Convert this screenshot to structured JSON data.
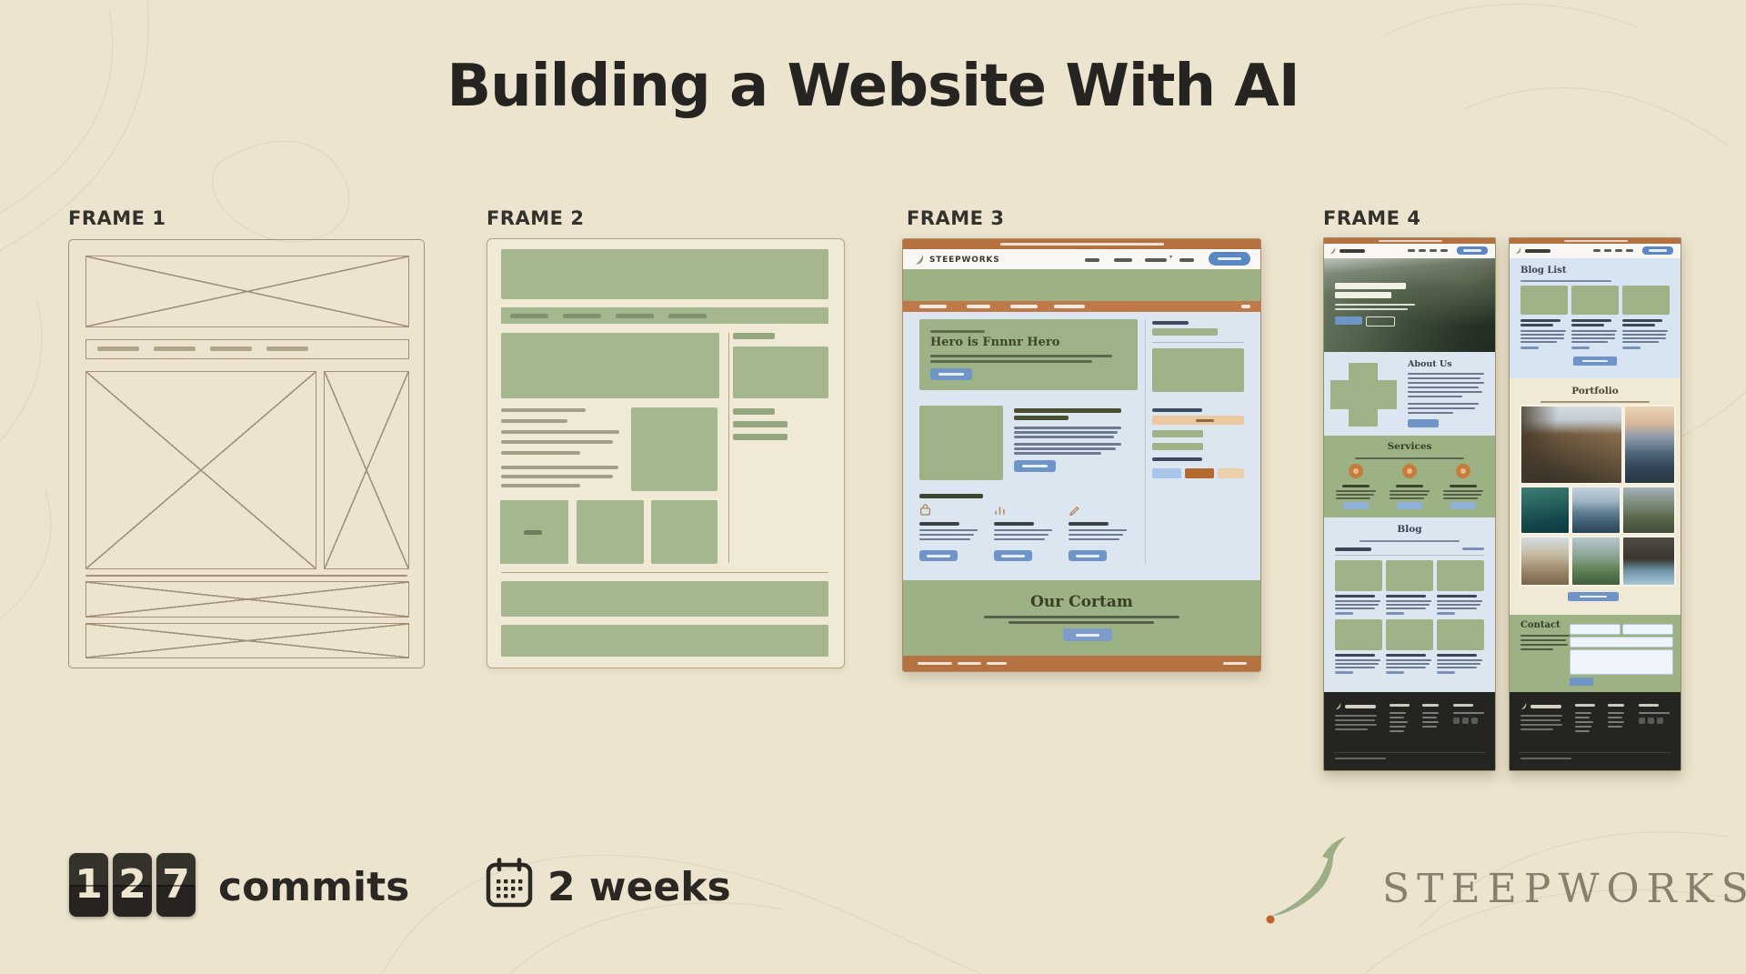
{
  "slide": {
    "title": "Building a Website With AI"
  },
  "frames": [
    {
      "label": "FRAME 1"
    },
    {
      "label": "FRAME 2"
    },
    {
      "label": "FRAME 3"
    },
    {
      "label": "FRAME 4"
    }
  ],
  "frame3_site": {
    "brand": "STEEPWORKS",
    "hero_heading": "Hero is Fnnnr Hero",
    "cta_heading": "Our Cortam"
  },
  "frame4_page1": {
    "about_heading": "About Us",
    "services_heading": "Services",
    "blog_heading": "Blog"
  },
  "frame4_page2": {
    "blog_list_heading": "Blog List",
    "portfolio_heading": "Portfolio",
    "contact_heading": "Contact"
  },
  "stats": {
    "commits_digits": [
      "1",
      "2",
      "7"
    ],
    "commits_label": "commits",
    "duration": "2 weeks"
  },
  "brand": {
    "name": "STEEPWORKS"
  },
  "colors": {
    "background": "#ece4cf",
    "sage": "#a4b78e",
    "terracotta": "#b5713f",
    "light_blue": "#dbe6f1",
    "accent_blue": "#6f94c8",
    "ink": "#2b2824"
  }
}
